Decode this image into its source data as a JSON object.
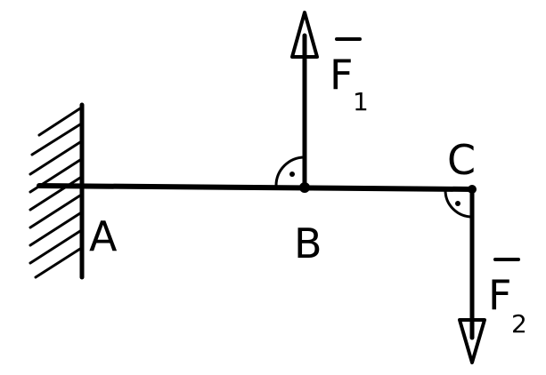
{
  "labels": {
    "point_a": "A",
    "point_b": "B",
    "point_c": "C",
    "force_1": {
      "letter": "F",
      "subscript": "1"
    },
    "force_2": {
      "letter": "F",
      "subscript": "2"
    }
  },
  "colors": {
    "ink": "#000000",
    "background": "#ffffff"
  },
  "icons": {
    "support": "fixed-wall-hatching-icon",
    "right_angle": "right-angle-marker-icon"
  }
}
